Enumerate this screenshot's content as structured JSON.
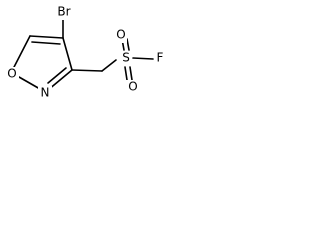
{
  "molecule": {
    "atoms": {
      "br": "Br",
      "o_ring": "O",
      "n_ring": "N",
      "s": "S",
      "o_top": "O",
      "o_bottom": "O",
      "f": "F"
    }
  }
}
